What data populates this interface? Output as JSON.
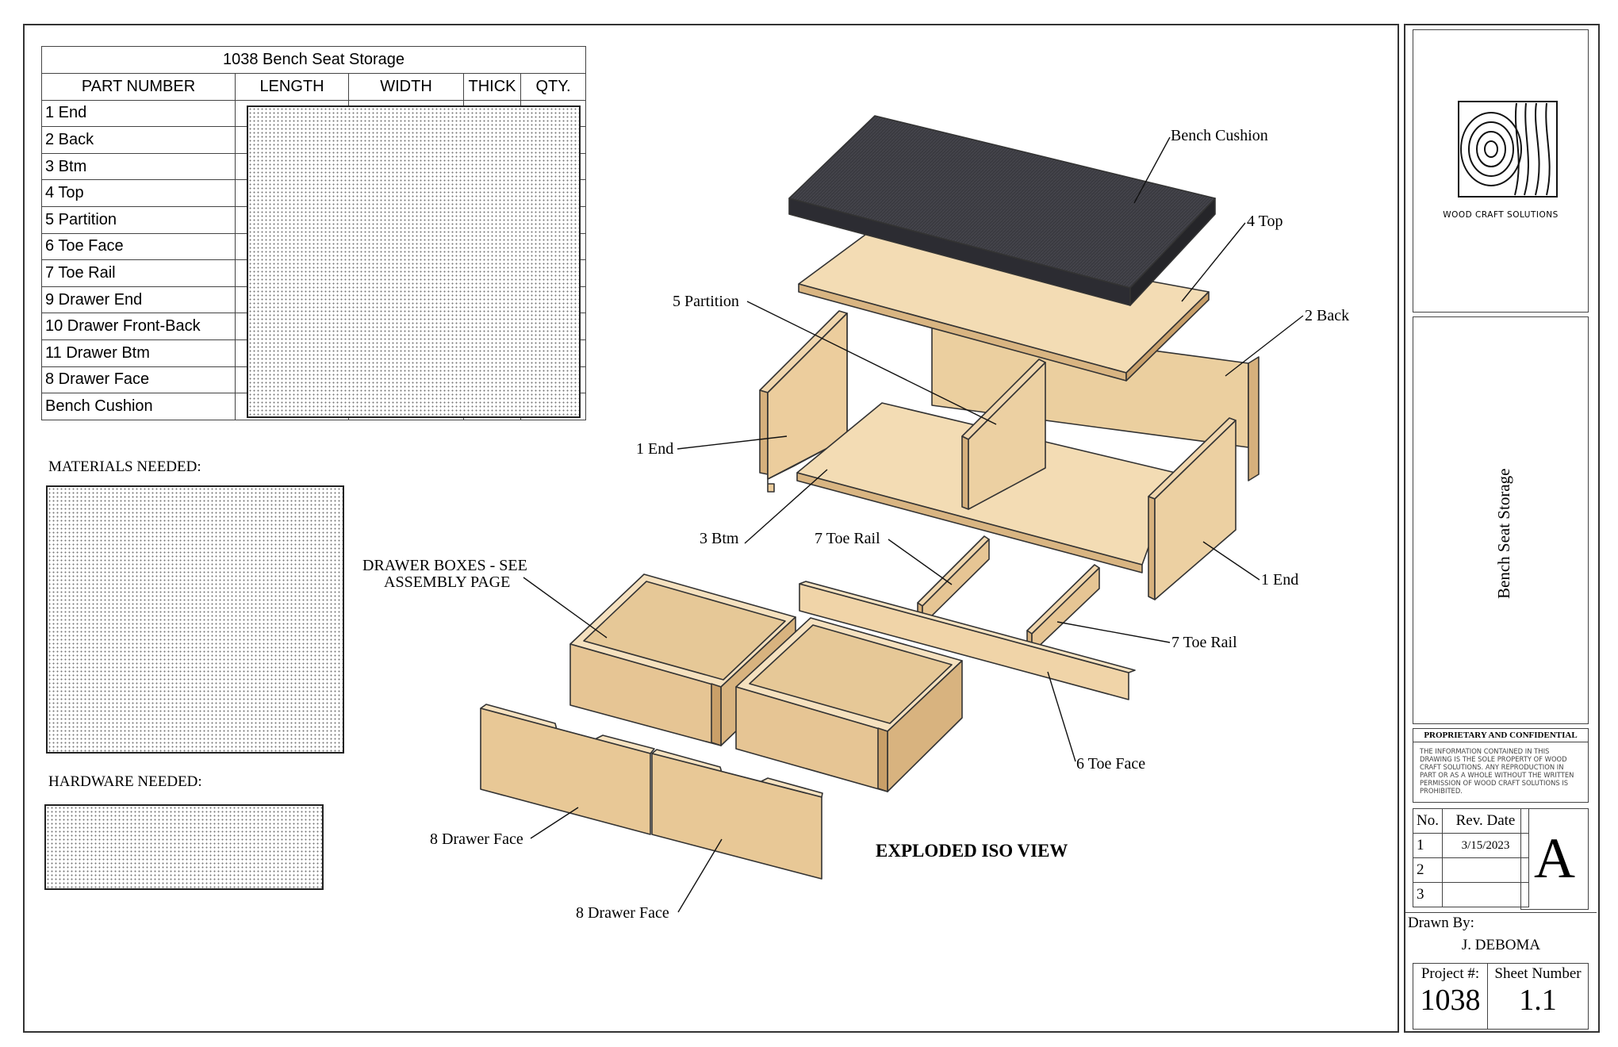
{
  "parts_table": {
    "title": "1038 Bench Seat Storage",
    "columns": [
      "PART NUMBER",
      "LENGTH",
      "WIDTH",
      "THICK",
      "QTY."
    ],
    "rows": [
      "1 End",
      "2 Back",
      "3 Btm",
      "4 Top",
      "5 Partition",
      "6 Toe Face",
      "7 Toe Rail",
      "9 Drawer End",
      "10 Drawer Front-Back",
      "11 Drawer Btm",
      "8 Drawer Face",
      "Bench Cushion"
    ]
  },
  "materials_label": "MATERIALS NEEDED:",
  "hardware_label": "HARDWARE NEEDED:",
  "callouts": {
    "bench_cushion": "Bench Cushion",
    "top": "4 Top",
    "back": "2 Back",
    "partition": "5 Partition",
    "end_left": "1 End",
    "end_right": "1 End",
    "btm": "3 Btm",
    "toe_rail_left": "7 Toe Rail",
    "toe_rail_right": "7 Toe Rail",
    "toe_face": "6 Toe Face",
    "drawer_boxes_line1": "DRAWER BOXES - SEE",
    "drawer_boxes_line2": "ASSEMBLY PAGE",
    "drawer_face_upper": "8 Drawer Face",
    "drawer_face_lower": "8 Drawer Face"
  },
  "view_title": "EXPLODED ISO VIEW",
  "title_block": {
    "company": "WOOD CRAFT SOLUTIONS",
    "drawing_title": "Bench Seat Storage",
    "proprietary_heading": "PROPRIETARY AND CONFIDENTIAL",
    "proprietary_text": "THE INFORMATION CONTAINED IN THIS DRAWING IS THE SOLE PROPERTY OF WOOD CRAFT SOLUTIONS. ANY REPRODUCTION IN PART OR AS A WHOLE WITHOUT THE WRITTEN PERMISSION OF WOOD CRAFT SOLUTIONS IS PROHIBITED.",
    "rev_header_no": "No.",
    "rev_header_date": "Rev. Date",
    "revisions": [
      {
        "no": "1",
        "date": "3/15/2023"
      },
      {
        "no": "2",
        "date": ""
      },
      {
        "no": "3",
        "date": ""
      }
    ],
    "revision_letter": "A",
    "drawn_by_label": "Drawn By:",
    "drawn_by": "J. DEBOMA",
    "project_label": "Project #:",
    "project_number": "1038",
    "sheet_label": "Sheet Number",
    "sheet_number": "1.1"
  },
  "colors": {
    "wood_light": "#f3dcb4",
    "wood_mid": "#e8c89a",
    "wood_dark": "#d6b07c",
    "cushion": "#3a3a40",
    "cushion_top": "#45454d"
  }
}
